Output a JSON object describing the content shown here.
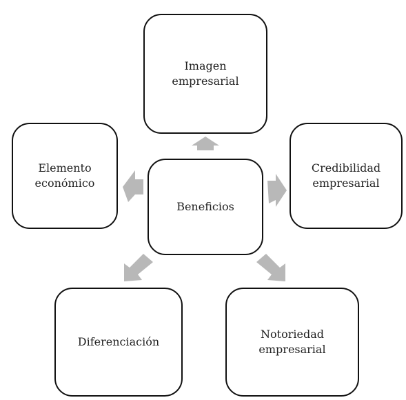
{
  "diagram": {
    "center": {
      "label": "Beneficios"
    },
    "nodes": [
      {
        "id": "imagen",
        "lines": [
          "Imagen",
          "empresarial"
        ]
      },
      {
        "id": "elemento",
        "lines": [
          "Elemento",
          "económico"
        ]
      },
      {
        "id": "credibilidad",
        "lines": [
          "Credibilidad",
          "empresarial"
        ]
      },
      {
        "id": "diferenciacion",
        "lines": [
          "Diferenciación"
        ]
      },
      {
        "id": "notoriedad",
        "lines": [
          "Notoriedad",
          "empresarial"
        ]
      }
    ],
    "arrow_color": "#b8b8b8",
    "border_color": "#111111"
  }
}
